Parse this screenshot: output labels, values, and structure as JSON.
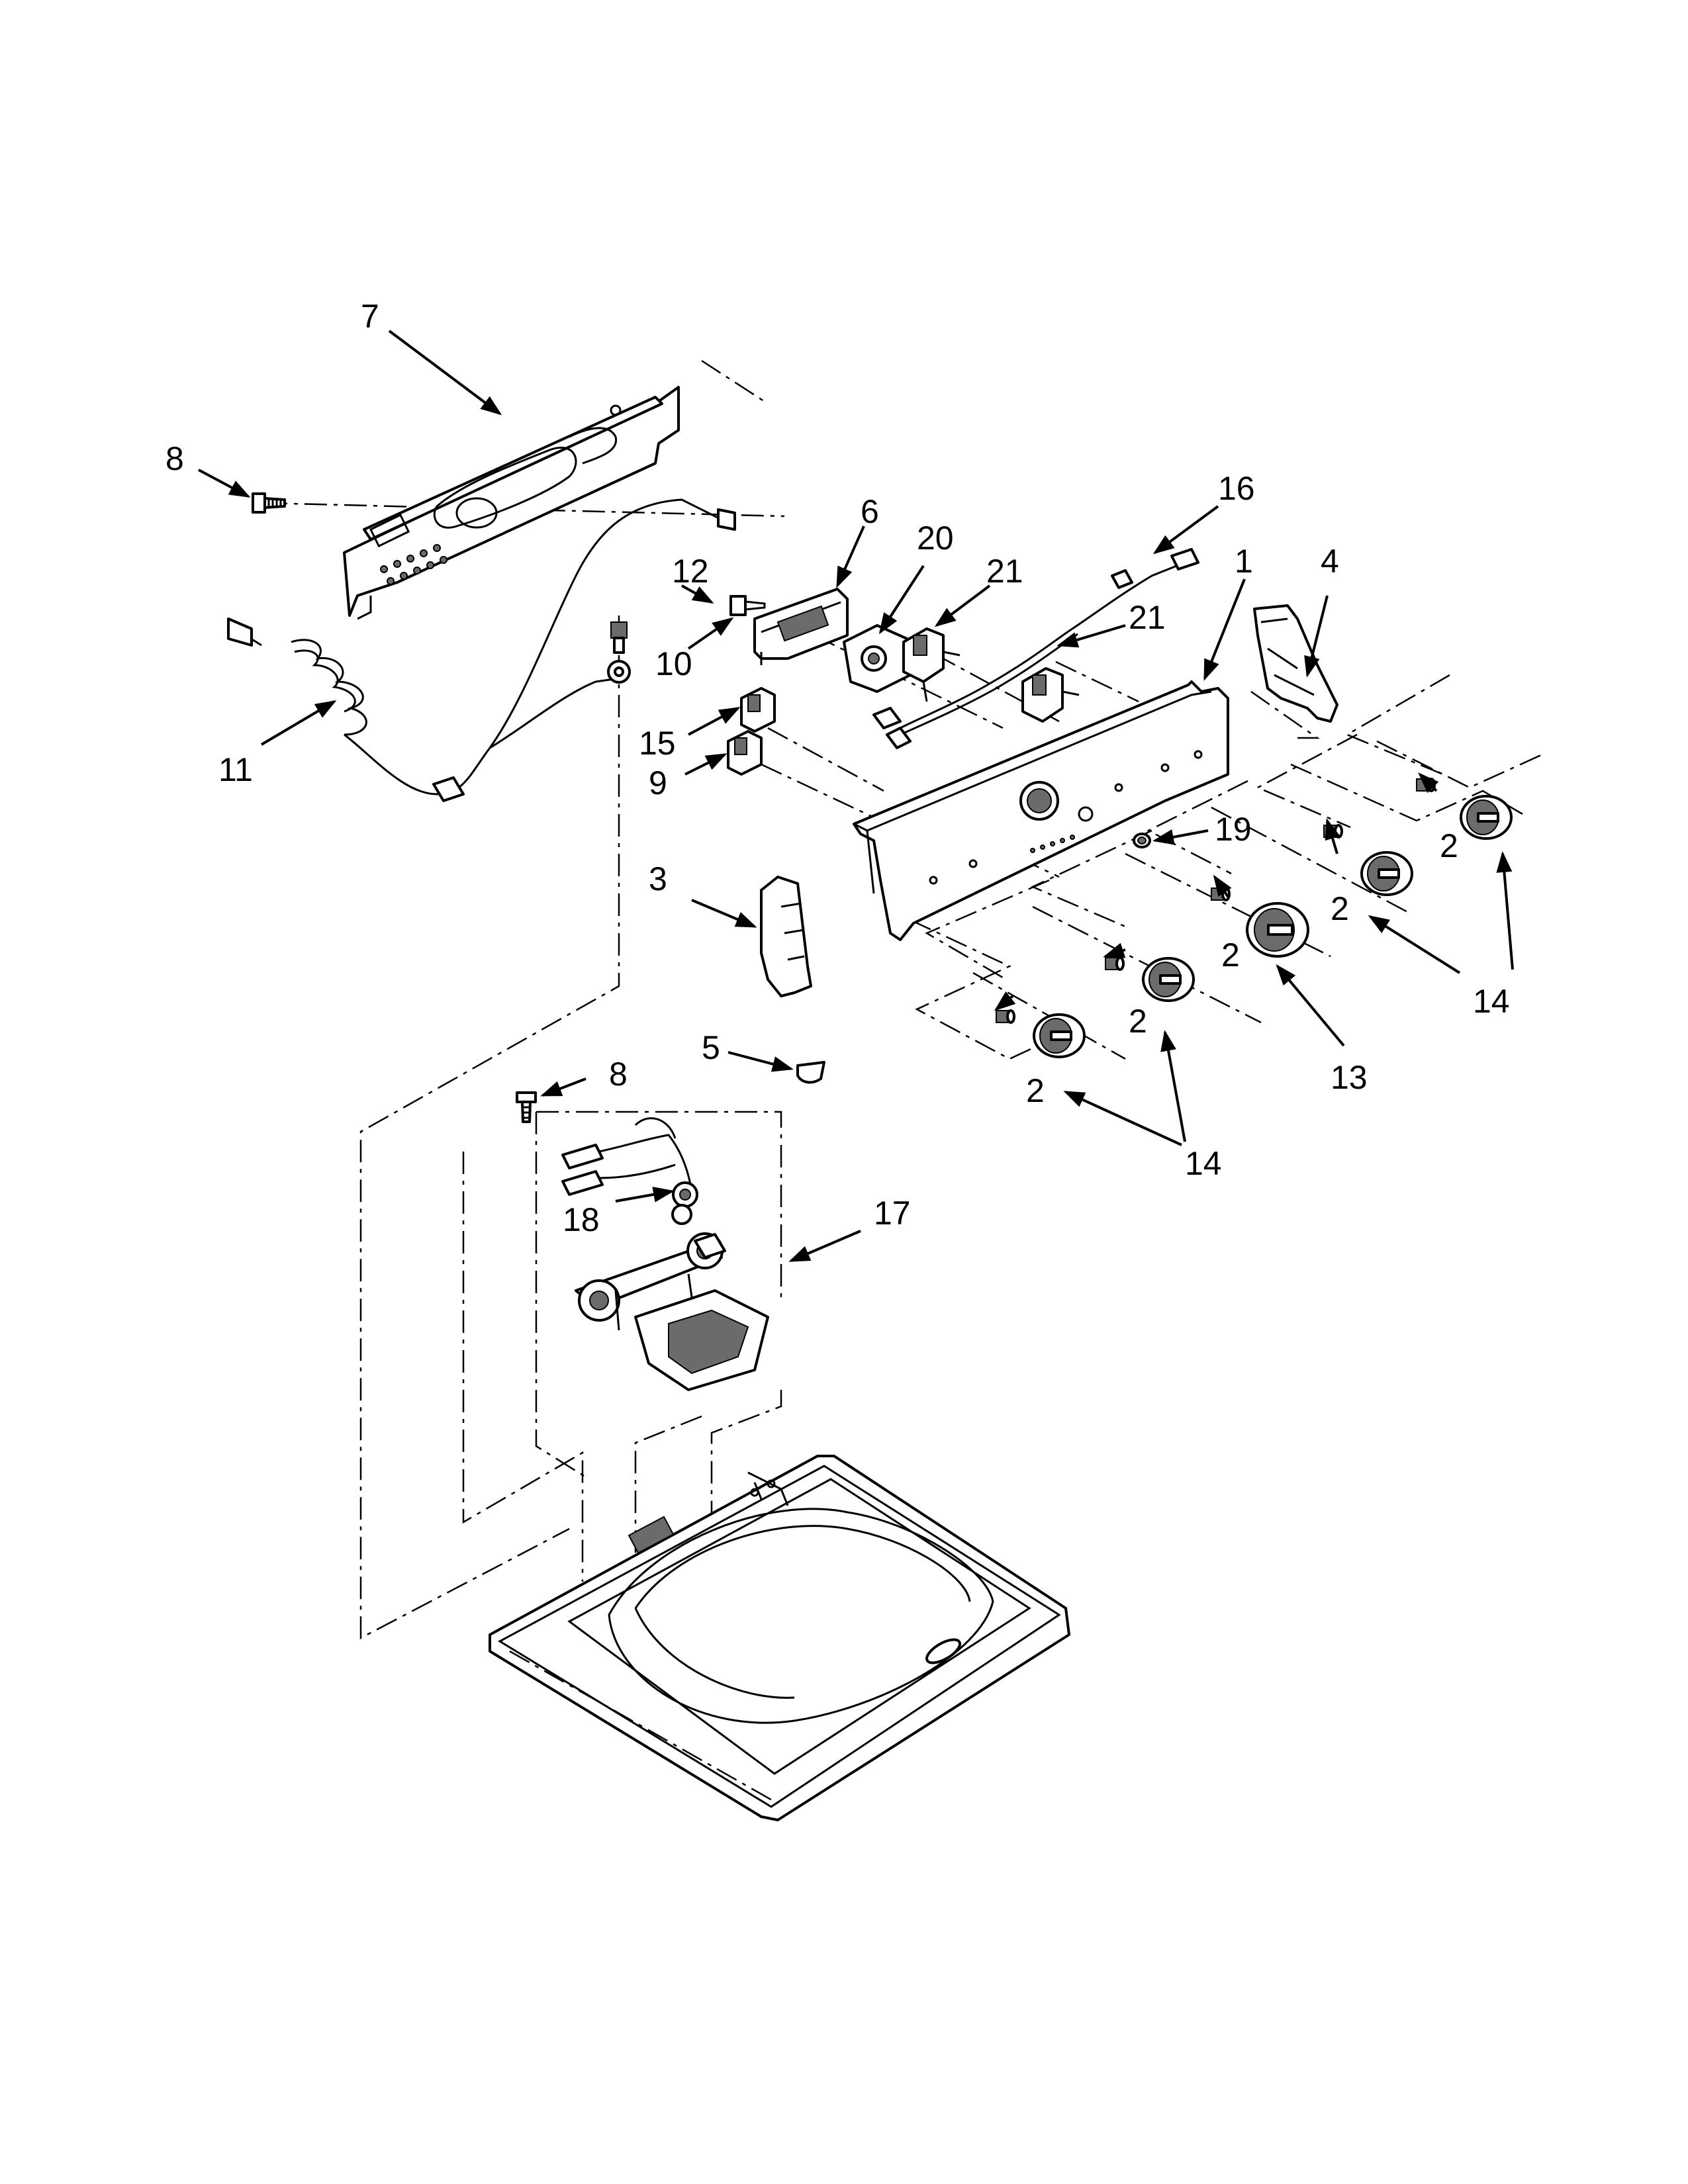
{
  "callouts": {
    "c1": "1",
    "c2a": "2",
    "c2b": "2",
    "c2c": "2",
    "c2d": "2",
    "c2e": "2",
    "c3": "3",
    "c4": "4",
    "c5": "5",
    "c6": "6",
    "c7": "7",
    "c8a": "8",
    "c8b": "8",
    "c9": "9",
    "c10": "10",
    "c11": "11",
    "c12": "12",
    "c13": "13",
    "c14a": "14",
    "c14b": "14",
    "c15": "15",
    "c16": "16",
    "c17": "17",
    "c18": "18",
    "c19": "19",
    "c20": "20",
    "c21a": "21",
    "c21b": "21"
  }
}
